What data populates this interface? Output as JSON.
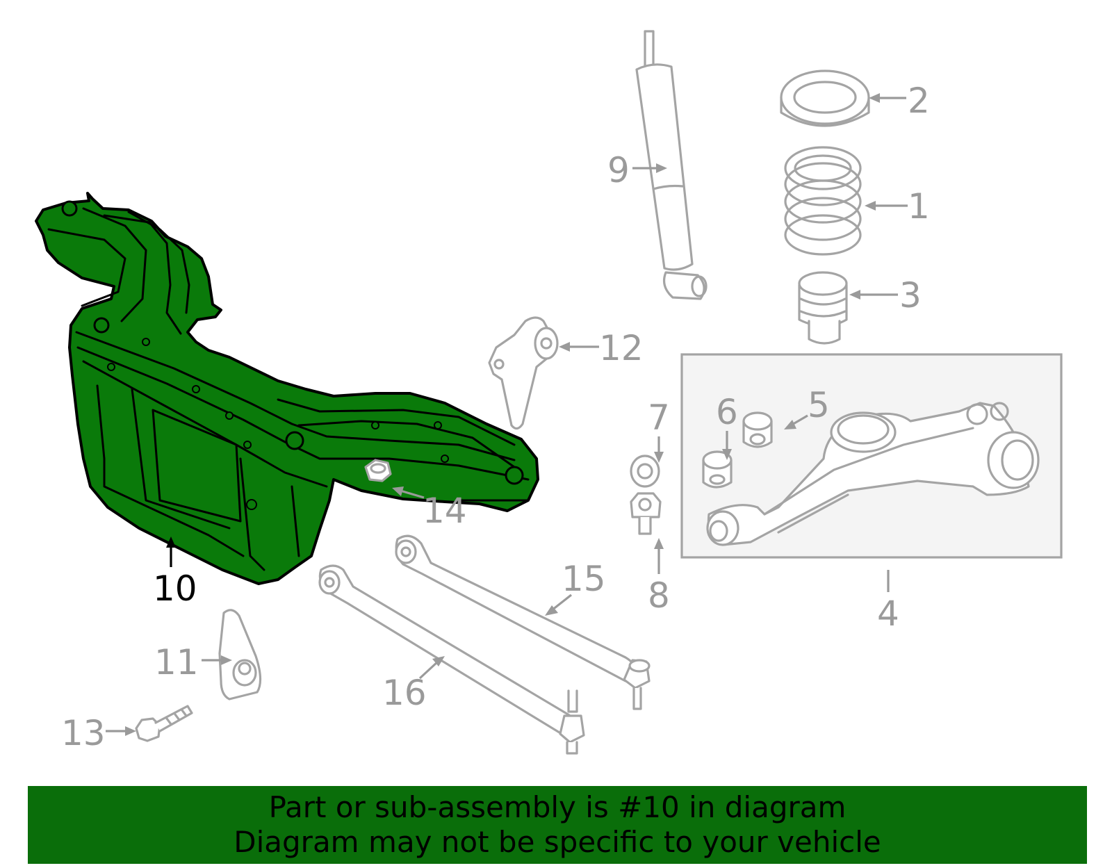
{
  "diagram": {
    "highlight_color": "#0a7a0a",
    "line_color": "#a4a4a4",
    "callouts": {
      "c1": "1",
      "c2": "2",
      "c3": "3",
      "c4": "4",
      "c5": "5",
      "c6": "6",
      "c7": "7",
      "c8": "8",
      "c9": "9",
      "c10": "10",
      "c11": "11",
      "c12": "12",
      "c13": "13",
      "c14": "14",
      "c15": "15",
      "c16": "16"
    },
    "highlighted_part": "10"
  },
  "banner": {
    "background": "#0a6e0a",
    "line1": "Part or sub-assembly is #10 in diagram",
    "line2": "Diagram may not be specific to your vehicle"
  }
}
